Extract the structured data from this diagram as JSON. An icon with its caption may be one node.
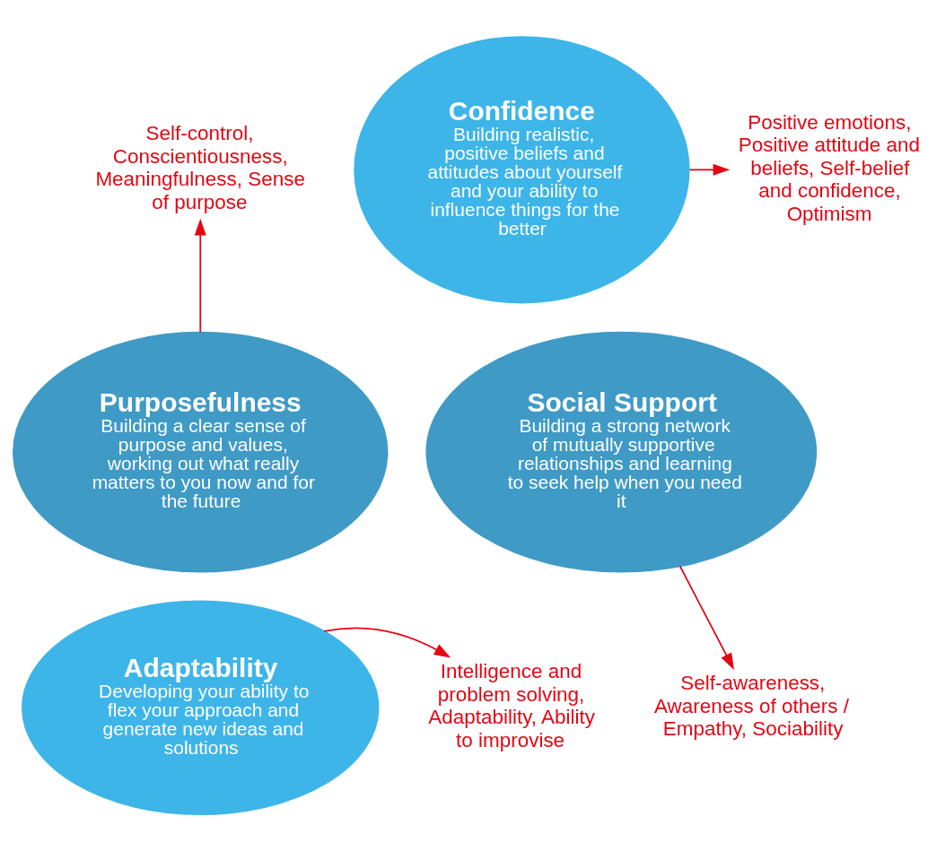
{
  "diagram": {
    "nodes": [
      {
        "text": [
          "Confidence",
          "Building realistic, positive beliefs and attitudes about yourself and your ability to influence things for the better"
        ]
      },
      {
        "text": [
          "Purposefulness",
          "Building a clear sense of purpose and values, working out what really matters to you now and for the future"
        ]
      },
      {
        "text": [
          "Social Support",
          "Building a strong network of mutually supportive relationships and learning to seek help when you need it"
        ]
      },
      {
        "text": [
          "Adaptability",
          "Developing your ability to flex your approach and generate new ideas and solutions"
        ]
      },
      {
        "text": [
          "Positive emotions, Positive attitude and beliefs, Self-belief and confidence, Optimism"
        ]
      },
      {
        "text": [
          "Self-control, Conscientiousness, Meaningfulness, Sense of purpose"
        ]
      },
      {
        "text": [
          "Self-awareness, Awareness of others / Empathy, Sociability"
        ]
      },
      {
        "text": [
          "Intelligence and problem solving, Adaptability, Ability to improvise"
        ]
      }
    ],
    "edges": [
      {
        "from": 0,
        "to": 4,
        "arrow": "to"
      },
      {
        "from": 1,
        "to": 5,
        "arrow": "to"
      },
      {
        "from": 2,
        "to": 6,
        "arrow": "to"
      },
      {
        "from": 3,
        "to": 7,
        "arrow": "to"
      }
    ]
  }
}
